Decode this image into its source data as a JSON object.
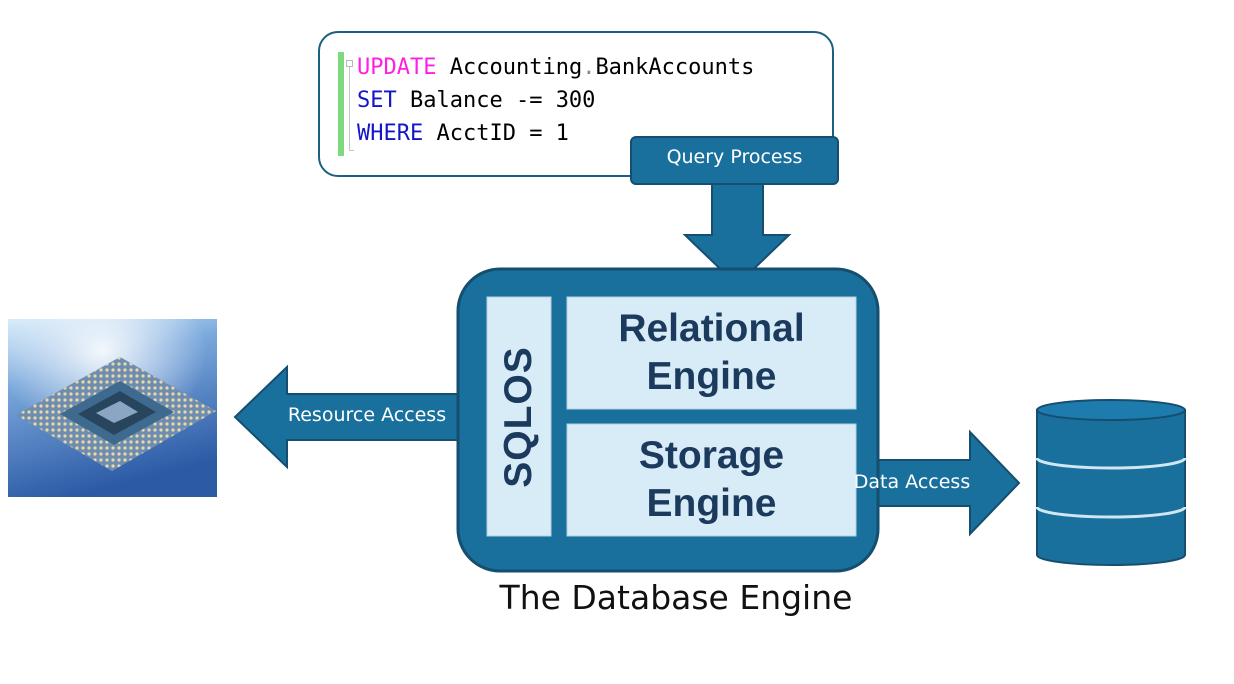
{
  "code": {
    "line1": {
      "kw": "UPDATE",
      "obj": "Accounting",
      "dot": ".",
      "obj2": "BankAccounts"
    },
    "line2": {
      "kw": "SET",
      "rest": " Balance -= 300"
    },
    "line3": {
      "kw": "WHERE",
      "rest": " AcctID = 1"
    }
  },
  "labels": {
    "query_process": "Query Process",
    "resource_access": "Resource Access",
    "data_access": "Data Access",
    "sqlos": "SQLOS",
    "relational_line1": "Relational",
    "relational_line2": "Engine",
    "storage_line1": "Storage",
    "storage_line2": "Engine",
    "caption": "The Database Engine"
  },
  "icons": {
    "processor": "cpu-chip-icon",
    "database": "database-cylinder-icon"
  },
  "colors": {
    "engine_fill": "#19709d",
    "engine_border": "#154e6e",
    "panel_fill": "#d8ecf8",
    "dark_text": "#1b3a5e",
    "code_border": "#1d5f82",
    "change_bar": "#7ed87e"
  }
}
